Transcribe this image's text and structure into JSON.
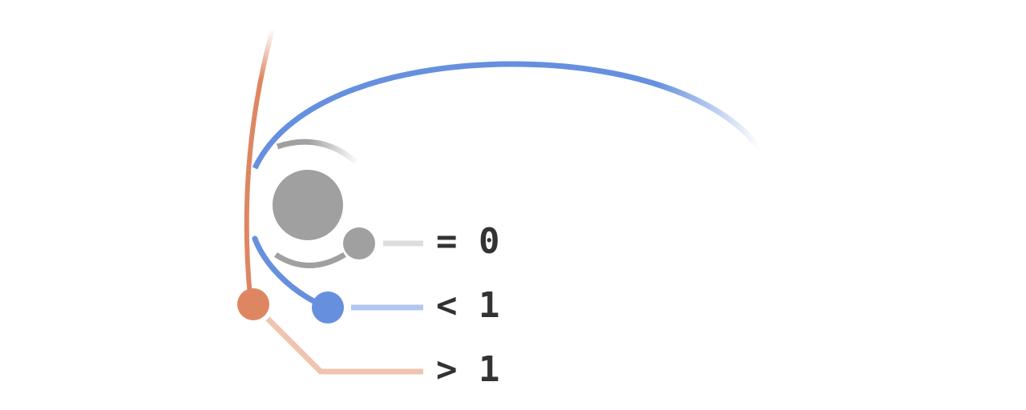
{
  "colors": {
    "circular": "#a0a0a0",
    "elliptical": "#6690de",
    "hyperbolic": "#de8662",
    "label_text": "#333333"
  },
  "central_body": {
    "icon": "central-body-circle"
  },
  "orbits": [
    {
      "id": "circular",
      "kind": "circle",
      "label": "= 0"
    },
    {
      "id": "elliptical",
      "kind": "ellipse",
      "label": "< 1"
    },
    {
      "id": "hyperbolic",
      "kind": "hyperbola",
      "label": "> 1"
    }
  ]
}
